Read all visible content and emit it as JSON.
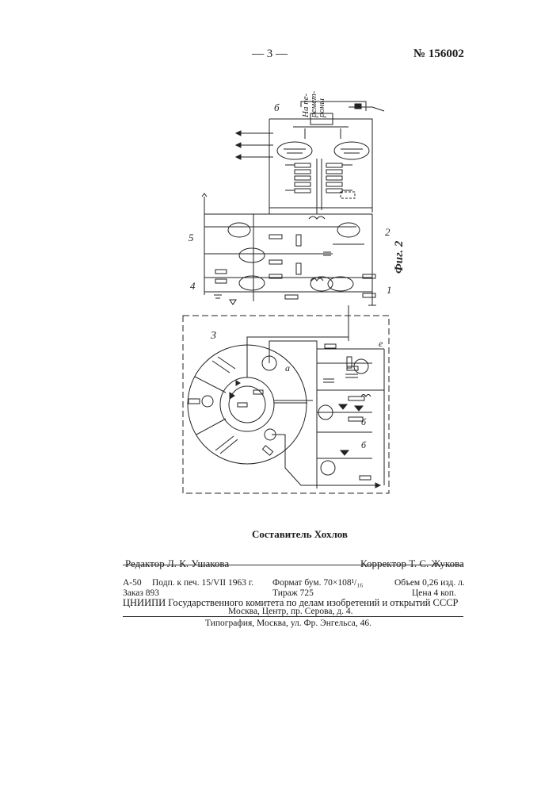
{
  "header": {
    "page_number": "— 3 —",
    "patent_number": "№ 156002"
  },
  "figure": {
    "caption": "Фиг. 2",
    "note_line1": "На пе-",
    "note_line2": "ремет-",
    "note_line3": "роны",
    "block_labels": {
      "b": "б",
      "five": "5",
      "two": "2",
      "one": "1",
      "four": "4",
      "three": "3",
      "a": "a",
      "e": "е",
      "b2": "б",
      "b3": "б"
    }
  },
  "colophon": {
    "compiler": "Составитель Хохлов",
    "editor": "Редактор Л. К. Ушакова",
    "corrector": "Корректор Т. С. Жукова",
    "row1_col1": "А-50",
    "row1_col2": "Подп. к печ. 15/VII 1963 г.",
    "row1_col3": "Формат бум. 70×108¹/₁₆",
    "row1_col4": "Объем 0,26 изд. л.",
    "row2_col1": "Заказ 893",
    "row2_col2": "Тираж 725",
    "row2_col3": "Цена 4 коп.",
    "org_line1": "ЦНИИПИ Государственного комитета по делам изобретений и открытий СССР",
    "org_line2": "Москва, Центр, пр. Серова, д. 4.",
    "printer": "Типография, Москва, ул. Фр. Энгельса, 46."
  }
}
